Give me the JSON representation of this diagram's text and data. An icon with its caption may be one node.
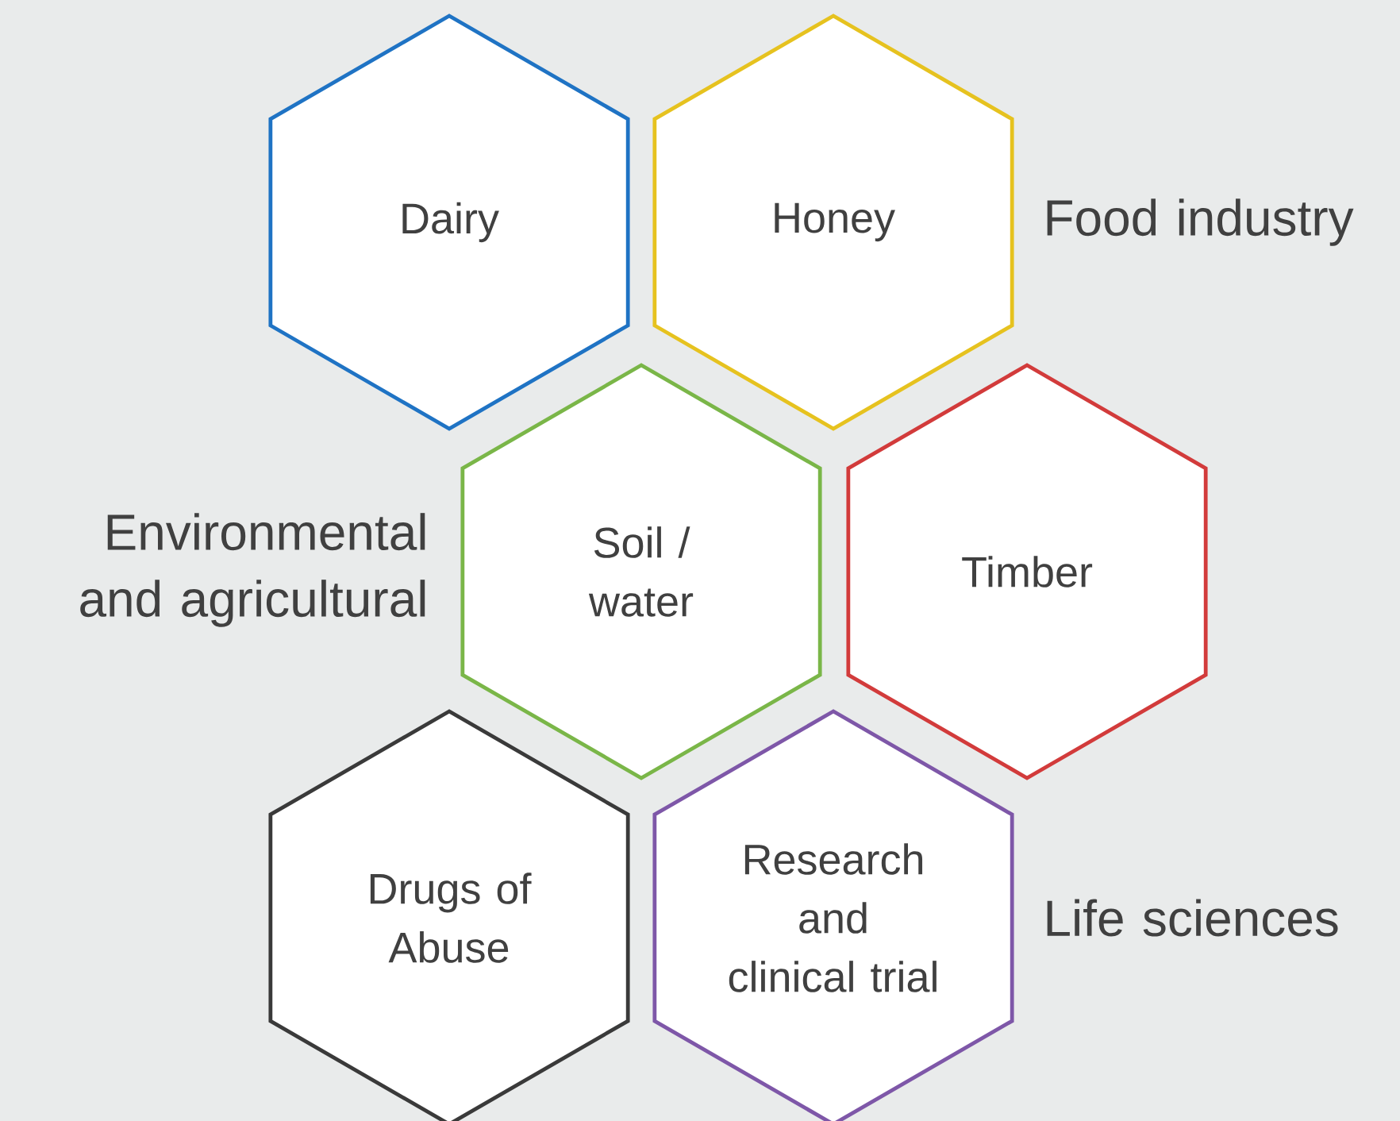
{
  "diagram": {
    "nodes": [
      {
        "text": [
          "Dairy"
        ]
      },
      {
        "text": [
          "Honey"
        ]
      },
      {
        "text": [
          "Soil / water"
        ]
      },
      {
        "text": [
          "Timber"
        ]
      },
      {
        "text": [
          "Drugs of Abuse"
        ]
      },
      {
        "text": [
          "Research and clinical trial"
        ]
      }
    ],
    "labels": [
      "Food industry",
      "Environmental and agricultural",
      "Life sciences"
    ]
  }
}
